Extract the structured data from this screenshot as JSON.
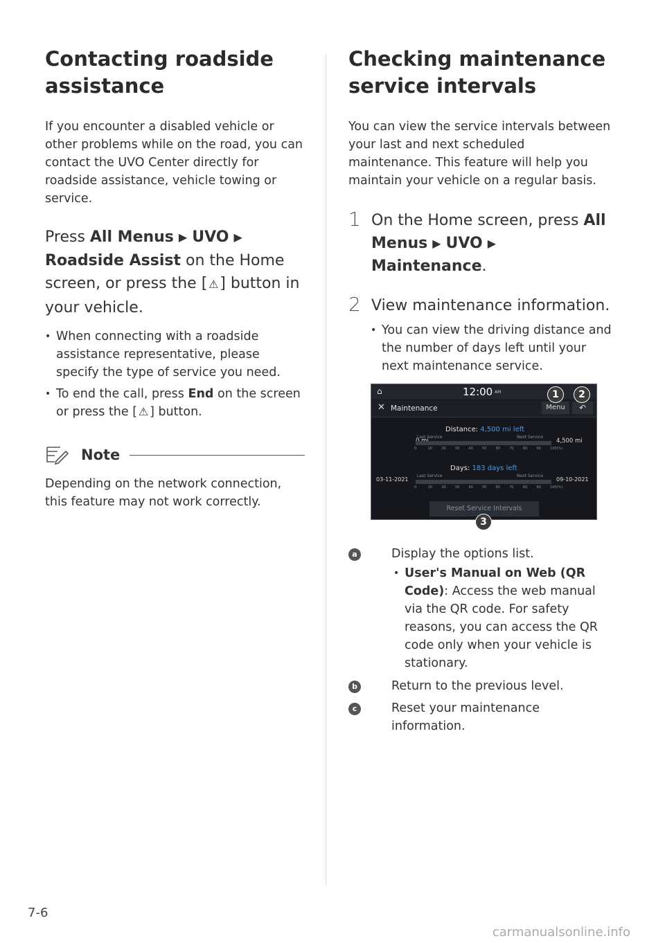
{
  "left": {
    "title_line1": "Contacting roadside",
    "title_line2": "assistance",
    "intro": "If you encounter a disabled vehicle or other problems while on the road, you can contact the UVO Center directly for roadside assistance, vehicle towing or service.",
    "press_prefix": "Press ",
    "press_menu1": "All Menus",
    "press_menu2": "UVO",
    "press_menu3": "Roadside Assist",
    "press_mid": " on the Home screen, or press the [",
    "press_suffix": "] button in your vehicle.",
    "bullet1": "When connecting with a roadside assistance representative, please specify the type of service you need.",
    "bullet2_prefix": "To end the call, press ",
    "bullet2_bold": "End",
    "bullet2_mid": " on the screen or press the [",
    "bullet2_suffix": "] button.",
    "note_title": "Note",
    "note_text": "Depending on the network connection, this feature may not work correctly."
  },
  "right": {
    "title_line1": "Checking maintenance",
    "title_line2": "service intervals",
    "intro": "You can view the service intervals between your last and next scheduled maintenance. This feature will help you maintain your vehicle on a regular basis.",
    "step1_num": "1",
    "step1_prefix": "On the Home screen, press ",
    "step1_menu1": "All Menus",
    "step1_menu2": "UVO",
    "step1_menu3": "Maintenance",
    "step1_suffix": ".",
    "step2_num": "2",
    "step2_text": "View maintenance information.",
    "step2_bullet": "You can view the driving distance and the number of days left until your next maintenance service."
  },
  "screen": {
    "time": "12:00",
    "ampm": "AM",
    "title": "Maintenance",
    "menu_label": "Menu",
    "distance_label": "Distance: ",
    "distance_value": "4,500 mi left",
    "dist_start": "0 mi",
    "dist_end": "4,500 mi",
    "last_service": "Last Service",
    "next_service": "Next Service",
    "days_label": "Days: ",
    "days_value": "183 days left",
    "date_start": "03-11-2021",
    "date_end": "09-10-2021",
    "scale": [
      "0",
      "10",
      "20",
      "30",
      "40",
      "50",
      "60",
      "70",
      "80",
      "90",
      "100(%)"
    ],
    "progress": 0,
    "reset_label": "Reset Service Intervals",
    "accent": "#4a9be8"
  },
  "callouts": {
    "c1": "1",
    "c2": "2",
    "c3": "3"
  },
  "legend": {
    "a_mark": "a",
    "a_text": "Display the options list.",
    "a_sub_bold": "User's Manual on Web (QR Code)",
    "a_sub_text": ": Access the web manual via the QR code. For safety reasons, you can access the QR code only when your vehicle is stationary.",
    "b_mark": "b",
    "b_text": "Return to the previous level.",
    "c_mark": "c",
    "c_text": "Reset your maintenance information."
  },
  "footer": {
    "page": "7-6",
    "watermark": "carmanualsonline.info"
  },
  "icons": {
    "warning": "warning-triangle-icon",
    "note": "note-pencil-icon",
    "home": "home-icon",
    "tools": "tools-icon",
    "back": "back-arrow-icon"
  }
}
